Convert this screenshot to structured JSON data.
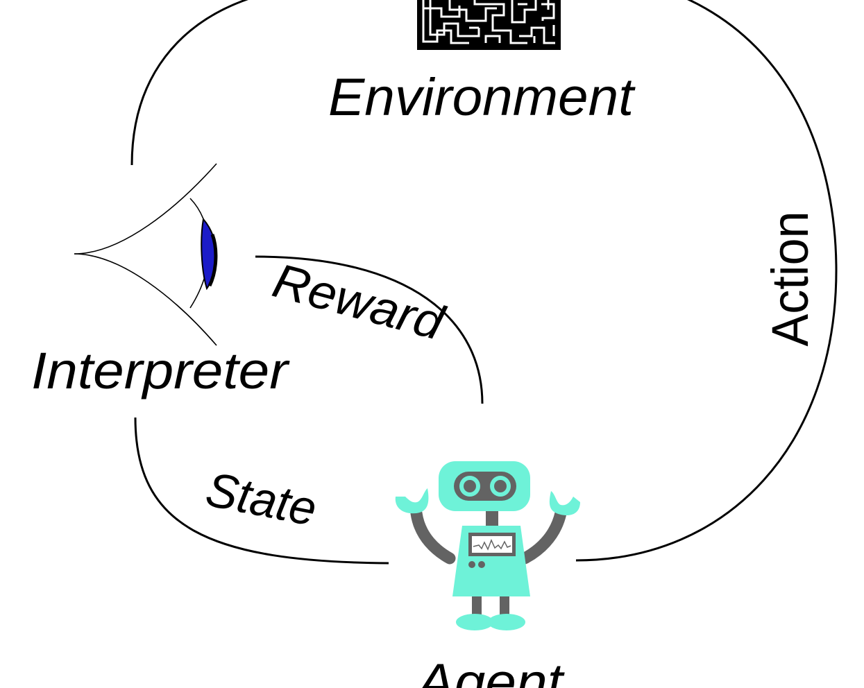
{
  "labels": {
    "environment": "Environment",
    "interpreter": "Interpreter",
    "agent": "Agent",
    "reward": "Reward",
    "state": "State",
    "action": "Action"
  },
  "icons": {
    "environment": "maze-icon",
    "interpreter": "eye-icon",
    "agent": "robot-icon"
  },
  "colors": {
    "line": "#000000",
    "robot_body": "#6ef2d8",
    "robot_gray": "#636363",
    "eye_iris": "#1c1cc8",
    "maze": "#000000"
  }
}
